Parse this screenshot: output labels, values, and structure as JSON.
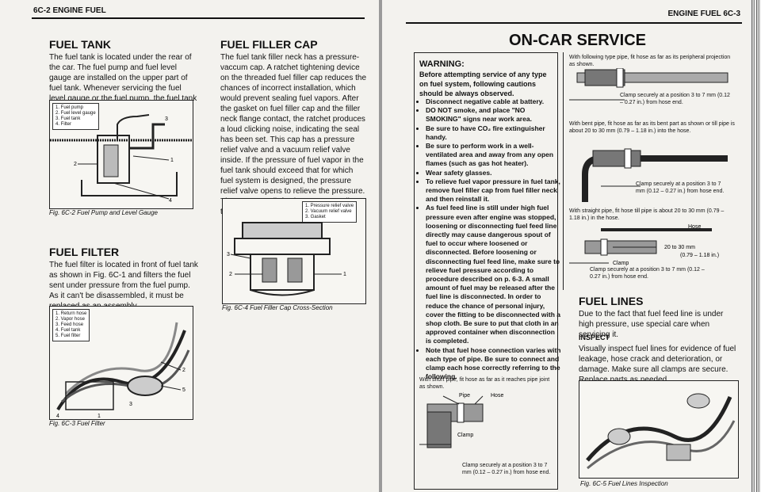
{
  "left": {
    "header": "6C-2 ENGINE FUEL",
    "fuel_tank": {
      "title": "FUEL TANK",
      "body": "The fuel tank is located under the rear of the car. The fuel pump and fuel level gauge are installed on the upper part of fuel tank. Whenever servicing the fuel level gauge or the fuel pump, the fuel tank must be removed from the body."
    },
    "fig2": {
      "legend": [
        "1. Fuel pump",
        "2. Fuel level gauge",
        "3. Fuel tank",
        "4. Filter"
      ],
      "callouts": [
        "2",
        "3",
        "1",
        "4"
      ],
      "caption": "Fig. 6C-2 Fuel Pump and Level Gauge"
    },
    "fuel_filter": {
      "title": "FUEL FILTER",
      "body": "The fuel filter is located in front of fuel tank as shown in Fig. 6C-1 and filters the fuel sent under pressure from the fuel pump. As it can't be disassembled, it must be replaced as an assembly."
    },
    "fig3": {
      "legend": [
        "1. Return hose",
        "2. Vapor hose",
        "3. Feed hose",
        "4. Fuel tank",
        "5. Fuel filter"
      ],
      "callouts": [
        "2",
        "5",
        "3",
        "4",
        "1"
      ],
      "caption": "Fig. 6C-3 Fuel Filter"
    },
    "filler_cap": {
      "title": "FUEL FILLER CAP",
      "body": "The fuel tank filler neck has a pressure-vaccum cap. A ratchet tightening device on the threaded fuel filler cap reduces the chances of incorrect installation, which would prevent sealing fuel vapors. After the gasket on fuel filler cap and the filler neck flange contact, the ratchet produces a loud clicking noise, indicating the seal has been set. This cap has a pressure relief valve and a vacuum relief valve inside. If the pressure of fuel vapor in the fuel tank should exceed that for which fuel system is designed, the pressure relief valve opens to relieve the pressure. The vacuum relief valve opens to relieve the vacuum created in the fuel tank."
    },
    "fig4": {
      "legend": [
        "1. Pressure relief valve",
        "2. Vacuum relief valve",
        "3. Gasket"
      ],
      "callouts": [
        "3",
        "2",
        "1"
      ],
      "caption": "Fig. 6C-4 Fuel Filler Cap Cross-Section"
    }
  },
  "right": {
    "header": "ENGINE FUEL 6C-3",
    "title": "ON-CAR SERVICE",
    "warning": {
      "title": "WARNING:",
      "intro": "Before attempting service of any type on fuel system, following cautions should be always observed.",
      "bullets": [
        "Disconnect negative cable at battery.",
        "DO NOT smoke, and place \"NO SMOKING\" signs near work area.",
        "Be sure to have CO₂ fire extinguisher handy.",
        "Be sure to perform work in a well-ventilated area and away from any open flames (such as gas hot heater).",
        "Wear safety glasses.",
        "To relieve fuel vapor pressure in fuel tank, remove fuel filler cap from fuel filler neck and then reinstall it.",
        "As fuel feed line is still under high fuel pressure even after engine was stopped, loosening or disconnecting fuel feed line directly may cause dangerous spout of fuel to occur where loosened or disconnected. Before loosening or disconnecting fuel feed line, make sure to relieve fuel pressure according to procedure described on p. 6-3. A small amount of fuel may be released after the fuel line is disconnected. In order to reduce the chance of personal injury, cover the fitting to be disconnected with a shop cloth. Be sure to put that cloth in an approved container when disconnection is completed.",
        "Note that fuel hose connection varies with each type of pipe. Be sure to connect and clamp each hose correctly referring to the following."
      ]
    },
    "short_pipe": {
      "text": "With short pipe, fit hose as far as it reaches pipe joint as shown.",
      "labels": [
        "Pipe",
        "Hose",
        "Clamp"
      ],
      "clamp_note": "Clamp securely at a position 3 to 7 mm (0.12 – 0.27 in.) from hose end."
    },
    "following_pipe": {
      "text": "With following type pipe, fit hose as far as its peripheral projection as shown.",
      "clamp_note": "Clamp securely at a position 3 to 7 mm (0.12 – 0.27 in.) from hose end."
    },
    "bent_pipe": {
      "text": "With bent pipe, fit hose as far as its bent part as shown or till pipe is about 20 to 30 mm (0.79 – 1.18 in.) into the hose.",
      "clamp_note": "Clamp securely at a position 3 to 7 mm (0.12 – 0.27 in.) from hose end."
    },
    "straight_pipe": {
      "text": "With straight pipe, fit hose till pipe is about 20 to 30 mm (0.79 – 1.18 in.) in the hose.",
      "labels": [
        "Hose",
        "20 to 30 mm",
        "(0.79 – 1.18 in.)",
        "Clamp"
      ],
      "clamp_note": "Clamp securely at a position 3 to 7 mm (0.12 – 0.27 in.) from hose end."
    },
    "fuel_lines": {
      "title": "FUEL LINES",
      "body": "Due to the fact that fuel feed line is under high pressure, use special care when servicing it.",
      "inspect_title": "INSPECT",
      "inspect_body": "Visually inspect fuel lines for evidence of fuel leakage, hose crack and deterioration, or damage. Make sure all clamps are secure. Replace parts as needed."
    },
    "fig5": {
      "caption": "Fig. 6C-5 Fuel Lines Inspection"
    }
  }
}
